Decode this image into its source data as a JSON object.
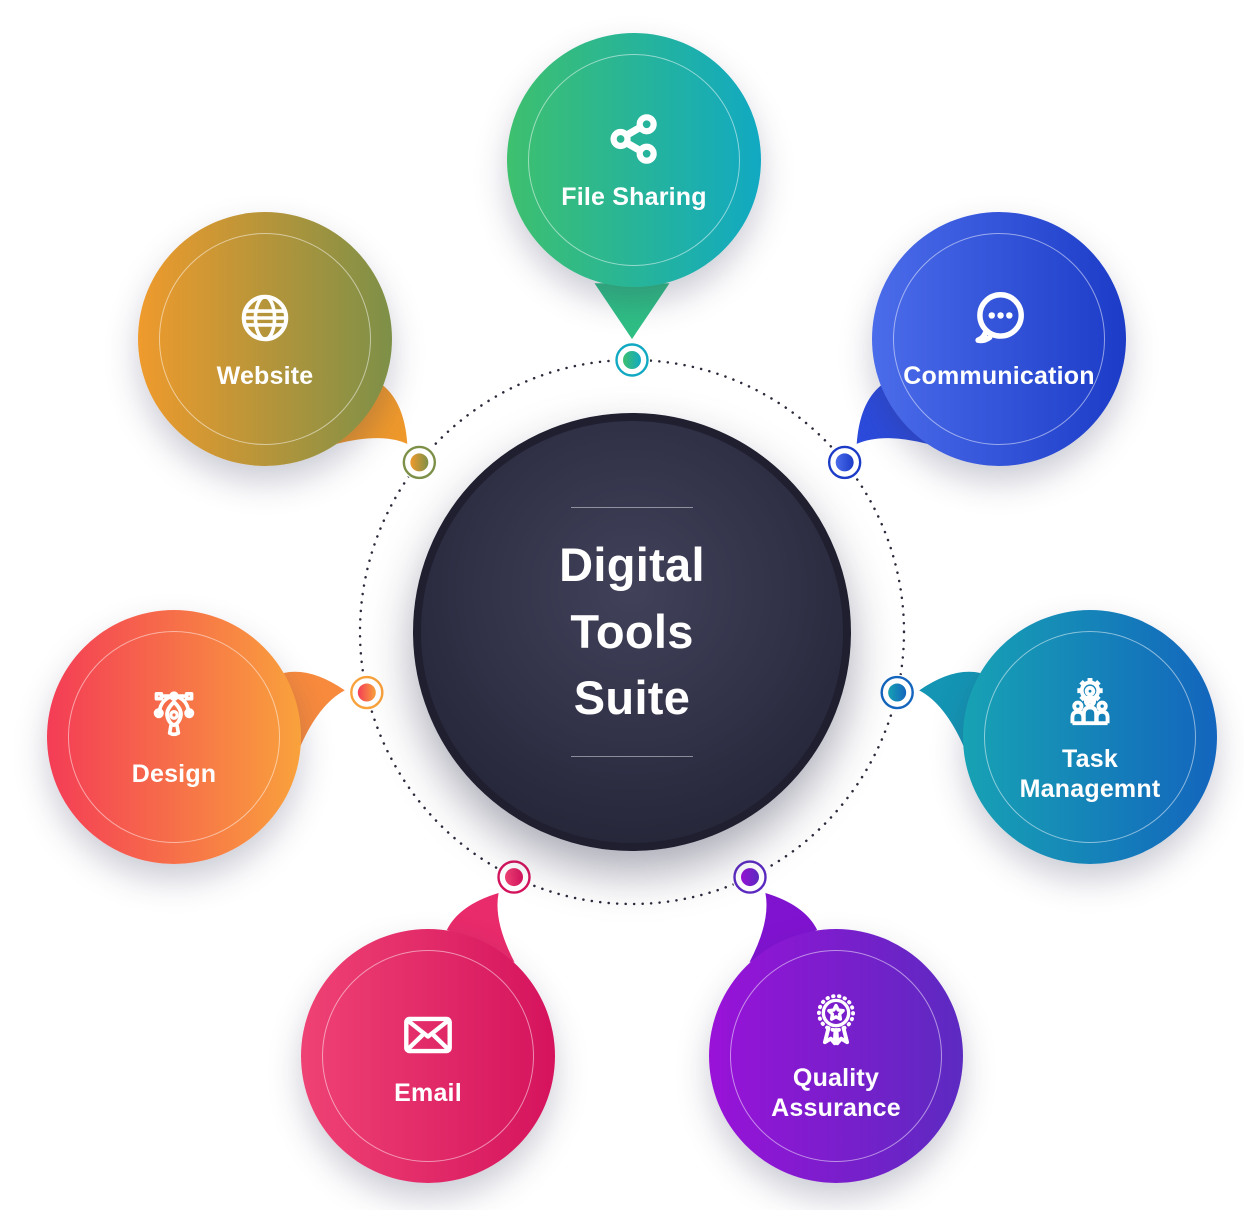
{
  "title": {
    "text": "Digital Tools Suite",
    "lines": [
      "Digital",
      "Tools",
      "Suite"
    ]
  },
  "nodes": [
    {
      "id": "file-sharing",
      "label": "File Sharing",
      "icon": "share-icon",
      "color_start": "#3ec06e",
      "color_end": "#11a9c2",
      "tail_color": "#2fbf85"
    },
    {
      "id": "communication",
      "label": "Communication",
      "icon": "chat-dots-icon",
      "color_start": "#4b6cea",
      "color_end": "#1c3cc8",
      "tail_color": "#2c4bdc"
    },
    {
      "id": "task-management",
      "label": "Task Managemnt",
      "icon": "gear-team-icon",
      "color_start": "#17a2b4",
      "color_end": "#1365bd",
      "tail_color": "#1495b4"
    },
    {
      "id": "quality-assurance",
      "label": "Quality Assurance",
      "icon": "medal-star-icon",
      "color_start": "#9912d8",
      "color_end": "#5c2ac1",
      "tail_color": "#8013d0"
    },
    {
      "id": "email",
      "label": "Email",
      "icon": "envelope-icon",
      "color_start": "#ef4274",
      "color_end": "#d5135d",
      "tail_color": "#e92a6b"
    },
    {
      "id": "design",
      "label": "Design",
      "icon": "pen-tool-icon",
      "color_start": "#f43c56",
      "color_end": "#f9a23c",
      "tail_color": "#f78a3d"
    },
    {
      "id": "website",
      "label": "Website",
      "icon": "globe-icon",
      "color_start": "#ef9a2c",
      "color_end": "#7d9048",
      "tail_color": "#ef992c"
    }
  ],
  "colors": {
    "background": "#ffffff",
    "center_fill": "#303046",
    "center_rim": "#1f1f30",
    "text": "#ffffff",
    "dotted_ring": "#2b2b3c",
    "divider": "rgba(255,255,255,0.45)"
  }
}
